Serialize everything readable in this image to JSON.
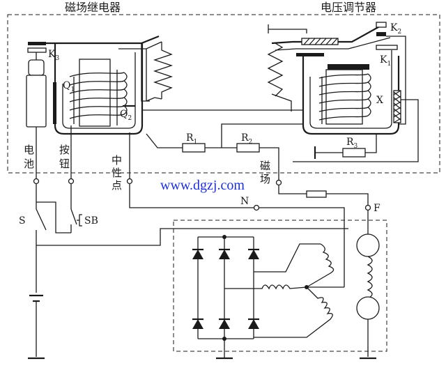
{
  "titles": {
    "left_box": "磁场继电器",
    "right_box": "电压调节器"
  },
  "labels": {
    "k3": "K",
    "k3_sub": "3",
    "k2": "K",
    "k2_sub": "2",
    "k1": "K",
    "k1_sub": "1",
    "q1": "Q",
    "q1_sub": "1",
    "q2": "Q",
    "q2_sub": "2",
    "x": "X",
    "r1": "R",
    "r1_sub": "1",
    "r2": "R",
    "r2_sub": "2",
    "r3": "R",
    "r3_sub": "3",
    "s": "S",
    "sb": "SB",
    "n": "N",
    "f": "F"
  },
  "terminals": {
    "battery_1": "电",
    "battery_2": "池",
    "button_1": "按",
    "button_2": "钮",
    "neutral_1": "中",
    "neutral_2": "性",
    "neutral_3": "点",
    "field_1": "磁",
    "field_2": "场"
  },
  "watermark": "www.dgzj.com"
}
